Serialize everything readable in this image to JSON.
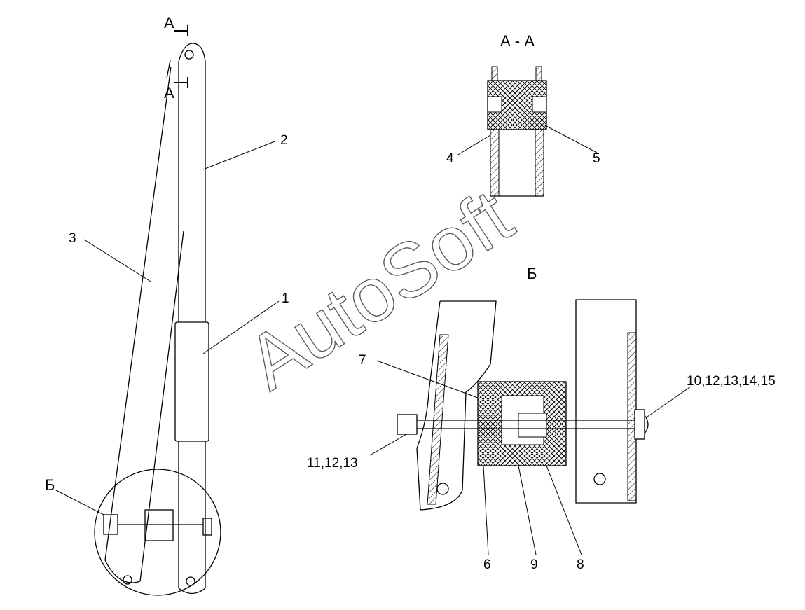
{
  "watermark": "AutoSoft",
  "section_view_title": "А - А",
  "detail_view_title": "Б",
  "cut_marks": {
    "top": "А",
    "bottom": "А"
  },
  "detail_callout": "Б",
  "parts": {
    "p1": "1",
    "p2": "2",
    "p3": "3",
    "p4": "4",
    "p5": "5",
    "p6": "6",
    "p7": "7",
    "p8": "8",
    "p9": "9",
    "group_right": "10,12,13,14,15",
    "group_left": "11,12,13"
  }
}
